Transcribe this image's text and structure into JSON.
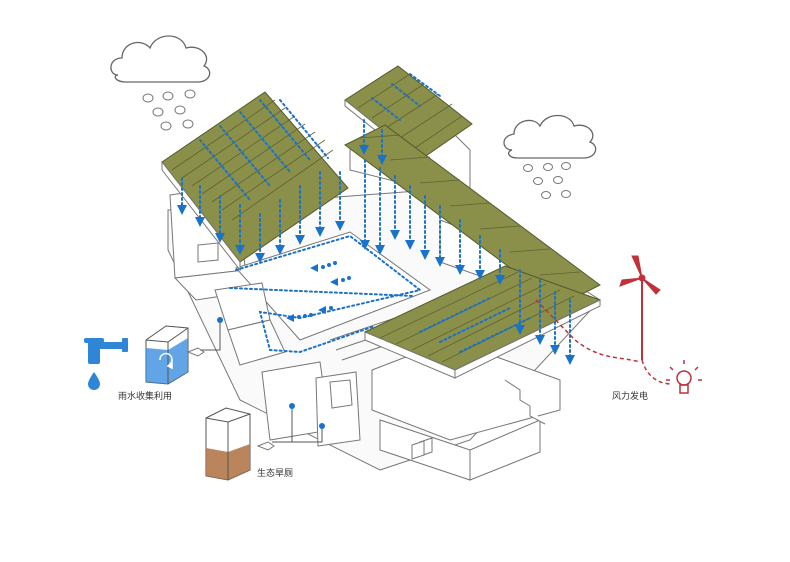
{
  "labels": {
    "rainwater": "雨水收集利用",
    "toilet": "生态旱厕",
    "wind": "风力发电"
  },
  "colors": {
    "roof": "#8a8f4a",
    "roof_dark": "#5f6332",
    "water": "#1a72c9",
    "line": "#6e6e6e",
    "wind": "#c0313a",
    "tank_water": "#3b8fe0",
    "compost": "#b3774a"
  },
  "icons": [
    "cloud-icon",
    "raindrop-icon",
    "faucet-icon",
    "recycle-icon",
    "pipe-connector-icon",
    "wind-turbine-icon",
    "lightbulb-icon"
  ]
}
